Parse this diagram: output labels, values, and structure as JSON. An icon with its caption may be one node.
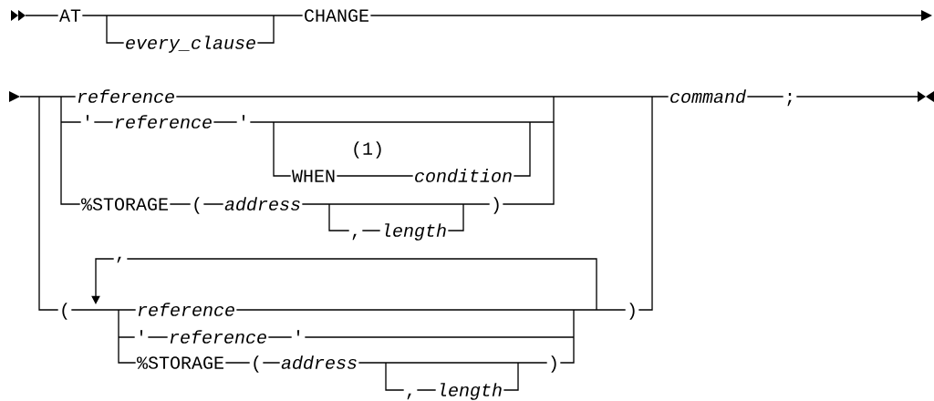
{
  "diagram": {
    "labels": [
      "AT",
      "every_clause",
      "CHANGE",
      "reference",
      "command",
      ";",
      "'",
      "reference",
      "'",
      "(1)",
      "WHEN",
      "condition",
      "%STORAGE",
      "(",
      "address",
      ")",
      ",",
      "length",
      ",",
      "(",
      "reference",
      ")",
      "'",
      "reference",
      "'",
      "%STORAGE",
      "(",
      "address",
      ")",
      ",",
      "length"
    ]
  }
}
